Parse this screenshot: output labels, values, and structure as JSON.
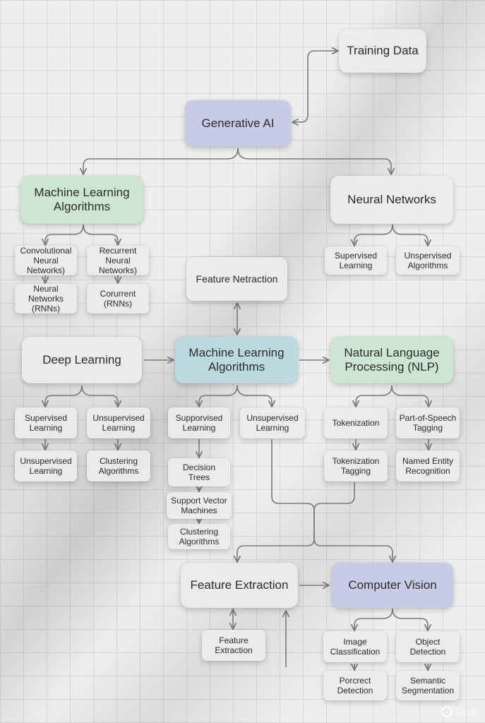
{
  "nodes": {
    "training_data": "Training Data",
    "generative_ai": "Generative AI",
    "ml_algorithms_top": "Machine Learning\nAlgorithms",
    "neural_networks": "Neural Networks",
    "convolutional_nn": "Convolutional\nNeural\nNetworks)",
    "recurrent_nn": "Recurrent\nNeural\nNetworks)",
    "neural_networks_rnns": "Neural\nNetworks\n(RNNs)",
    "corurrent_rnns": "Corurrent\n(RNNs)",
    "nn_supervised": "Supervised\nLearning",
    "nn_unsupervised": "Unspervised\nAlgorithms",
    "feature_netraction": "Feature Netraction",
    "deep_learning": "Deep Learning",
    "ml_algorithms_center": "Machine Learning\nAlgorithms",
    "nlp": "Natural Language\nProcessing (NLP)",
    "dl_supervised": "Supervised\nLearning",
    "dl_unsupervised": "Unsupervised\nLearning",
    "dl_unsupervised_2": "Unsupervised\nLearning",
    "dl_clustering": "Clustering\nAlgorithms",
    "ml_supporvised": "Supporvised\nLearning",
    "ml_unsupervised": "Unsupervised\nLearning",
    "decision_trees": "Decision\nTrees",
    "svm": "Support Vector\nMachines",
    "ml_clustering": "Clustering\nAlgorithms",
    "tokenization": "Tokenization",
    "pos_tagging": "Part-of-Speech\nTagging",
    "tokenization_tagging": "Tokenization\nTagging",
    "ner": "Named Entity\nRecognition",
    "feature_extraction": "Feature Extraction",
    "computer_vision": "Computer Vision",
    "feature_extraction_small": "Feature\nExtraction",
    "image_classification": "Image\nClassification",
    "object_detection": "Object\nDetection",
    "porcrect_detection": "Porcrect\nDetection",
    "semantic_segmentation": "Semantic\nSegmentation"
  },
  "colors": {
    "lavender": "#c8cbe6",
    "green": "#cde6d2",
    "blue": "#bcd9df",
    "neutral": "#ececec",
    "connector": "#7a7a7a"
  },
  "watermark": "Grok"
}
